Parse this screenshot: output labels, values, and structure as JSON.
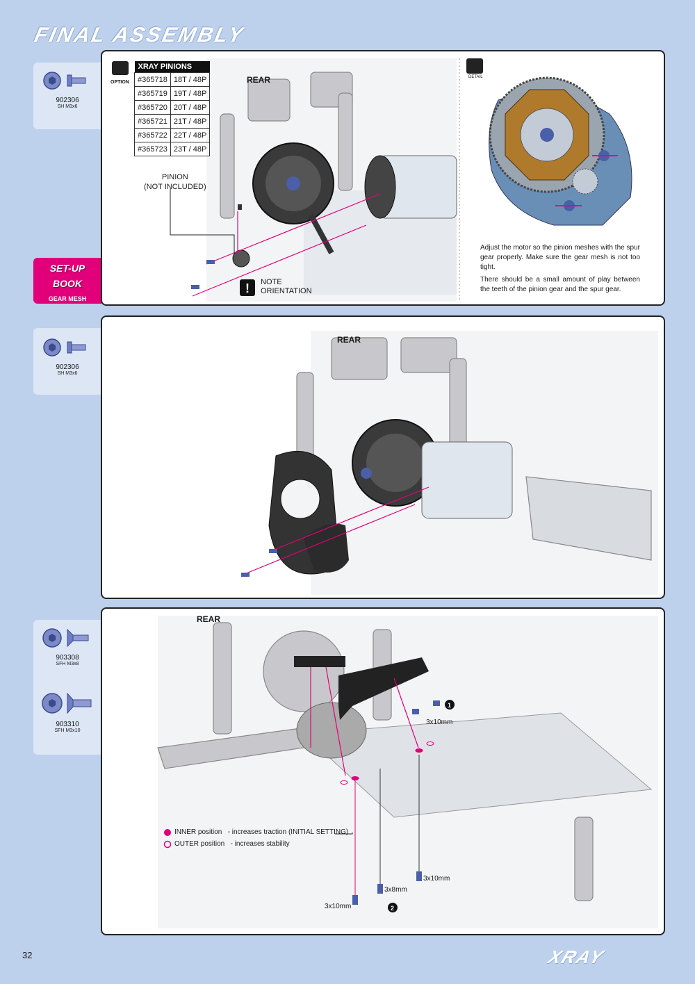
{
  "page": {
    "title": "FINAL ASSEMBLY",
    "number": "32",
    "brand": "XRAY"
  },
  "panel1": {
    "part": {
      "num": "902306",
      "desc": "SH M3x6"
    },
    "option_label": "OPTION",
    "pinions_header": "XRAY PINIONS",
    "pinions": [
      [
        "#365718",
        "18T / 48P"
      ],
      [
        "#365719",
        "19T / 48P"
      ],
      [
        "#365720",
        "20T / 48P"
      ],
      [
        "#365721",
        "21T / 48P"
      ],
      [
        "#365722",
        "22T / 48P"
      ],
      [
        "#365723",
        "23T / 48P"
      ]
    ],
    "pinion_label_1": "PINION",
    "pinion_label_2": "(NOT INCLUDED)",
    "note_1": "NOTE",
    "note_2": "ORIENTATION",
    "rear": "REAR",
    "detail_label": "DETAIL",
    "text1": "Adjust the motor so the pinion meshes with the spur gear properly. Make sure the gear mesh is not too tight.",
    "text2": "There should be a small amount of play between the teeth of the pinion gear and the spur gear.",
    "setup_1": "SET-UP",
    "setup_2": "BOOK",
    "setup_3": "GEAR MESH"
  },
  "panel2": {
    "part": {
      "num": "902306",
      "desc": "SH M3x6"
    },
    "rear": "REAR"
  },
  "panel3": {
    "parts": [
      {
        "num": "903308",
        "desc": "SFH M3x8"
      },
      {
        "num": "903310",
        "desc": "SFH M3x10"
      }
    ],
    "rear": "REAR",
    "inner": "INNER position",
    "inner_desc": "- increases traction (INITIAL SETTING)",
    "outer": "OUTER position",
    "outer_desc": "- increases stability",
    "l_3x10_a": "3x10mm",
    "l_3x10_b": "3x10mm",
    "l_3x8": "3x8mm",
    "l_3x10_c": "3x10mm",
    "step1": "1",
    "step2": "2"
  },
  "colors": {
    "accent": "#e2007a",
    "bg": "#bdd0ec",
    "screw": "#4a5fa8"
  }
}
